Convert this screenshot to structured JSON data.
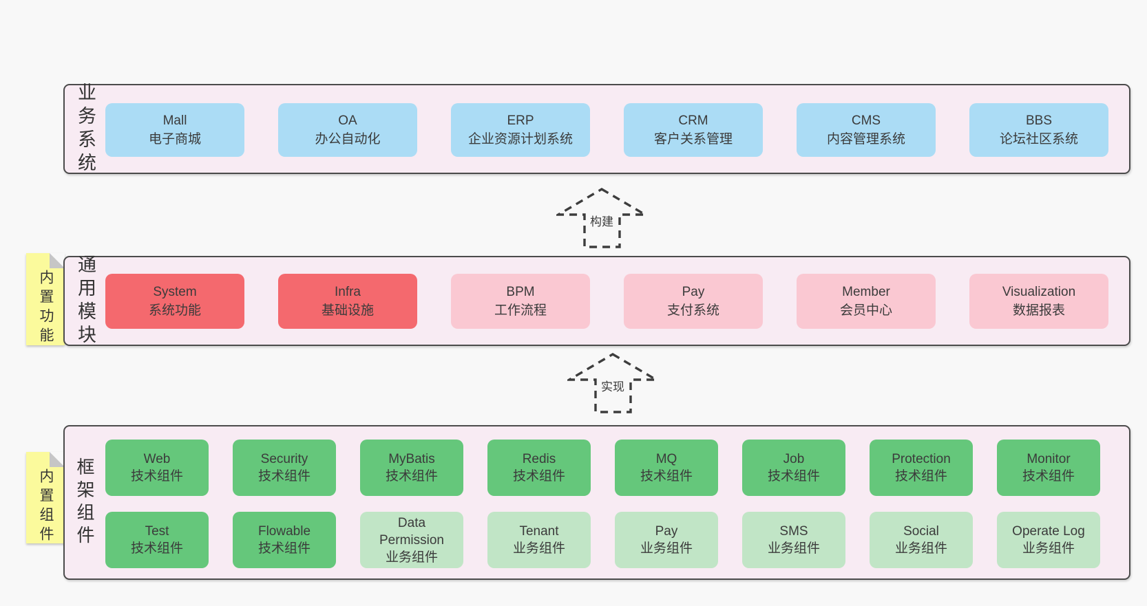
{
  "panels": {
    "business": {
      "label": "业务系统",
      "boxes": [
        {
          "title": "Mall",
          "subtitle": "电子商城"
        },
        {
          "title": "OA",
          "subtitle": "办公自动化"
        },
        {
          "title": "ERP",
          "subtitle": "企业资源计划系统"
        },
        {
          "title": "CRM",
          "subtitle": "客户关系管理"
        },
        {
          "title": "CMS",
          "subtitle": "内容管理系统"
        },
        {
          "title": "BBS",
          "subtitle": "论坛社区系统"
        }
      ]
    },
    "modules": {
      "label": "通用模块",
      "sticky": "内置功能",
      "boxes": [
        {
          "title": "System",
          "subtitle": "系统功能"
        },
        {
          "title": "Infra",
          "subtitle": "基础设施"
        },
        {
          "title": "BPM",
          "subtitle": "工作流程"
        },
        {
          "title": "Pay",
          "subtitle": "支付系统"
        },
        {
          "title": "Member",
          "subtitle": "会员中心"
        },
        {
          "title": "Visualization",
          "subtitle": "数据报表"
        }
      ]
    },
    "framework": {
      "label": "框架组件",
      "sticky": "内置组件",
      "row1": [
        {
          "title": "Web",
          "subtitle": "技术组件"
        },
        {
          "title": "Security",
          "subtitle": "技术组件"
        },
        {
          "title": "MyBatis",
          "subtitle": "技术组件"
        },
        {
          "title": "Redis",
          "subtitle": "技术组件"
        },
        {
          "title": "MQ",
          "subtitle": "技术组件"
        },
        {
          "title": "Job",
          "subtitle": "技术组件"
        },
        {
          "title": "Protection",
          "subtitle": "技术组件"
        },
        {
          "title": "Monitor",
          "subtitle": "技术组件"
        }
      ],
      "row2": [
        {
          "title": "Test",
          "subtitle": "技术组件"
        },
        {
          "title": "Flowable",
          "subtitle": "技术组件"
        },
        {
          "title": "Data Permission",
          "subtitle": "业务组件"
        },
        {
          "title": "Tenant",
          "subtitle": "业务组件"
        },
        {
          "title": "Pay",
          "subtitle": "业务组件"
        },
        {
          "title": "SMS",
          "subtitle": "业务组件"
        },
        {
          "title": "Social",
          "subtitle": "业务组件"
        },
        {
          "title": "Operate Log",
          "subtitle": "业务组件"
        }
      ]
    }
  },
  "arrows": {
    "build": "构建",
    "implement": "实现"
  },
  "colors": {
    "page_bg": "#f8f8f8",
    "panel_bg": "#f8ebf3",
    "panel_border": "#4b4b4b",
    "box_blue": "#abdcf5",
    "box_red": "#f4696e",
    "box_pink": "#fac8d2",
    "box_green_dark": "#65c77b",
    "box_green_light": "#c1e5c6",
    "sticky_yellow": "#fbfa9c",
    "text": "#3a3a3a"
  }
}
